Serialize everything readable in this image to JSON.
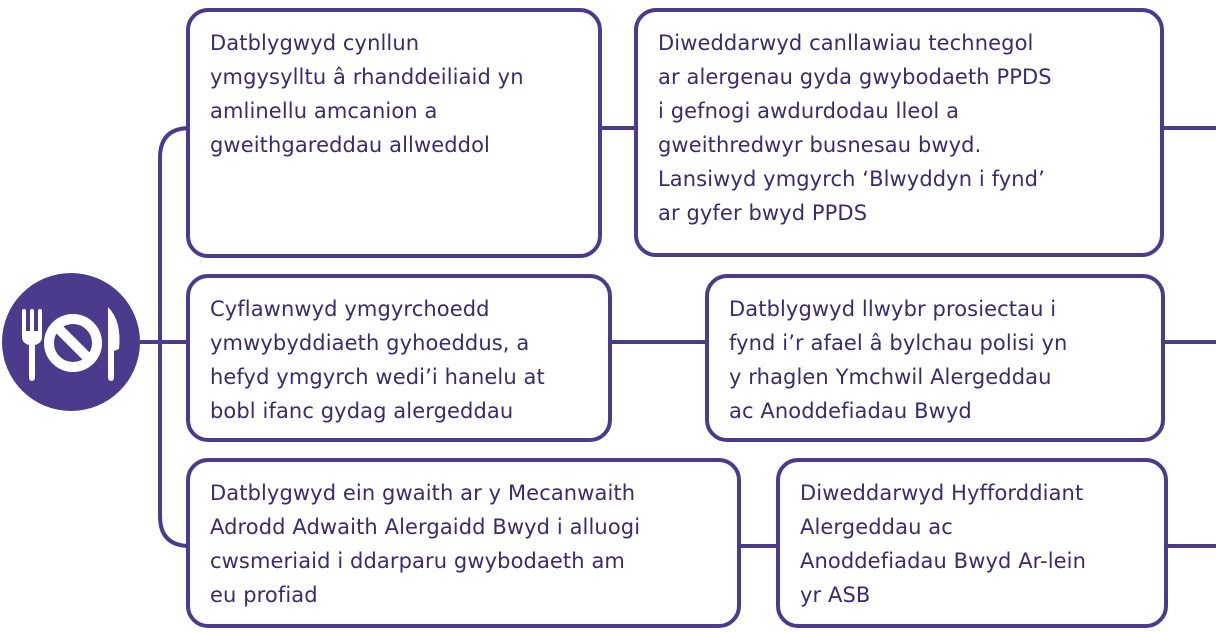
{
  "icon": {
    "name": "no-food-icon",
    "color": "#4c3a8c"
  },
  "boxes": {
    "row1_left": "Datblygwyd cynllun\nymgysylltu â rhanddeiliaid yn\namlinellu amcanion a\ngweithgareddau allweddol",
    "row1_right": "Diweddarwyd canllawiau technegol\nar alergenau gyda gwybodaeth PPDS\ni gefnogi awdurdodau lleol a\ngweithredwyr busnesau bwyd.\nLansiwyd ymgyrch ‘Blwyddyn i fynd’\nar gyfer bwyd PPDS",
    "row2_left": "Cyflawnwyd ymgyrchoedd\nymwybyddiaeth gyhoeddus, a\nhefyd ymgyrch wedi’i hanelu at\nbobl ifanc gydag alergeddau",
    "row2_right": "Datblygwyd llwybr prosiectau i\nfynd i’r afael â bylchau polisi yn\ny rhaglen Ymchwil Alergeddau\nac Anoddefiadau Bwyd",
    "row3_left": "Datblygwyd ein gwaith ar y Mecanwaith\nAdrodd Adwaith Alergaidd Bwyd i alluogi\ncwsmeriaid i ddarparu gwybodaeth am\neu profiad",
    "row3_right": "Diweddarwyd Hyfforddiant\nAlergeddau ac\nAnoddefiadau Bwyd Ar-lein\nyr ASB"
  }
}
